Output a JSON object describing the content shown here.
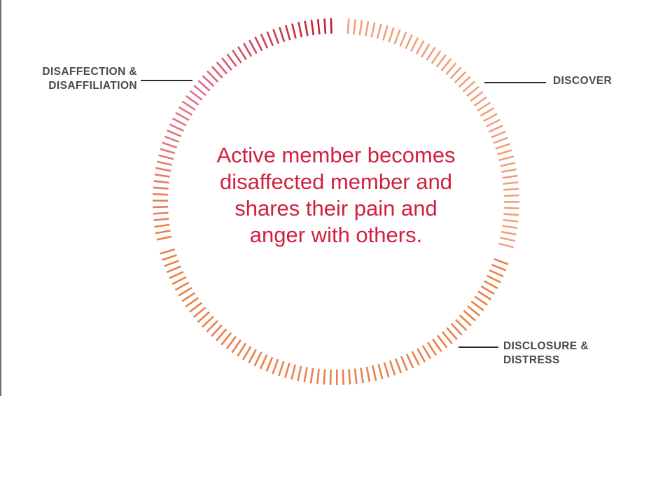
{
  "diagram": {
    "center_text": "Active member becomes disaffected member and shares their pain and anger with others.",
    "stages": [
      {
        "id": "discover",
        "lines": [
          "DISCOVER"
        ]
      },
      {
        "id": "disclosure",
        "lines": [
          "DISCLOSURE &",
          "DISTRESS"
        ]
      },
      {
        "id": "disaffection",
        "lines": [
          "DISAFFECTION &",
          "DISAFFILIATION"
        ]
      }
    ],
    "colors": {
      "label_text": "#4a4a4a",
      "center_text": "#d1203f",
      "discover_segment": "#f0a07a",
      "disclosure_segment": "#e8824a",
      "disaffection_start": "#e8824a",
      "disaffection_mid": "#e07090",
      "disaffection_end": "#c0182c"
    }
  }
}
